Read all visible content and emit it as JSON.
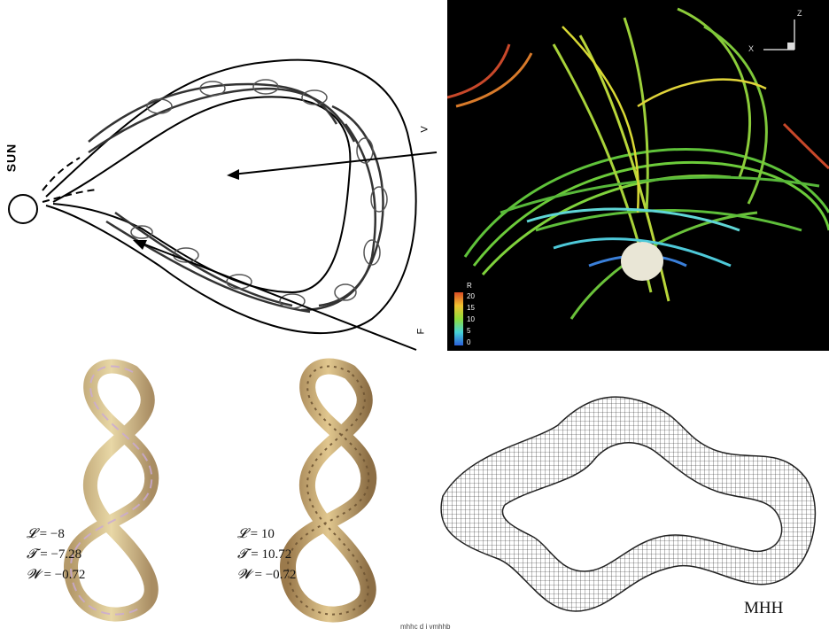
{
  "sketch": {
    "sun_label": "SUN",
    "arrow_label_v": "V",
    "arrow_label_f": "F"
  },
  "simulation": {
    "background": "#000000",
    "axis_z": "Z",
    "axis_x": "X",
    "colorbar": {
      "title": "R",
      "ticks": [
        "20",
        "15",
        "10",
        "5",
        "0"
      ],
      "colors": [
        "#d94b24",
        "#f0c230",
        "#8fdc3a",
        "#47d3d8",
        "#2b5fd9"
      ]
    }
  },
  "tubes": {
    "left": {
      "L_sym": "𝓛",
      "L_value": "= −8",
      "T_sym": "𝓣",
      "T_value": "= −7.28",
      "W_sym": "𝓦",
      "W_value": "= −0.72"
    },
    "right": {
      "L_sym": "𝓛",
      "L_value": "= 10",
      "T_sym": "𝓣",
      "T_value": "= 10.72",
      "W_sym": "𝓦",
      "W_value": "= −0.72"
    }
  },
  "mesh": {
    "label": "MHH"
  },
  "caption": "mhhc  d i vmhhb"
}
